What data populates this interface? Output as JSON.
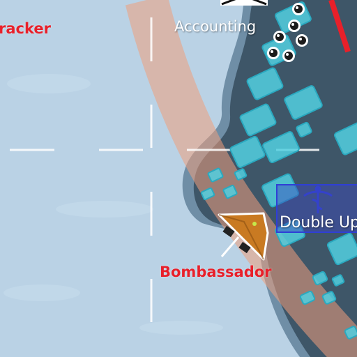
{
  "labels": {
    "tracker": "racker",
    "accounting": "Accounting",
    "player_name": "Bombassador",
    "powerup": "Double Up"
  },
  "icons": {
    "powerup": "caduceus-icon",
    "player": "fighter-jet-icon",
    "bombs": "bomb-icon",
    "top_building": "envelope-icon"
  },
  "colors": {
    "water": "#b9d2e6",
    "island": "#3d5566",
    "flight_path": "#e8a07a",
    "target_block": "#4fd6e6",
    "enemy_label": "#e8202a",
    "powerup_box": "#2f3fd6",
    "player": "#c97a22"
  }
}
